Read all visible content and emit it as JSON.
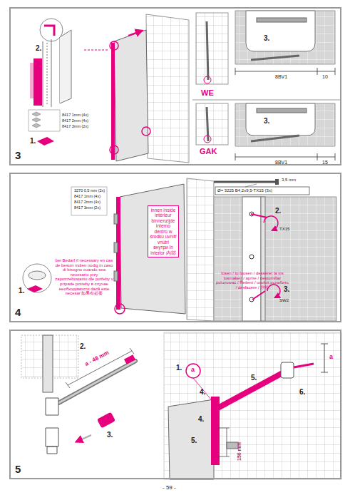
{
  "diagram": {
    "nodes": [
      {
        "text": [
          "3"
        ]
      },
      {
        "text": [
          "4"
        ]
      },
      {
        "text": [
          "5"
        ]
      },
      {
        "text": [
          "innen inside intérieur binnenzijde interno dentro w środku uvnitř vnútri внутри în interior 内部"
        ],
        "in": 1
      }
    ],
    "labels": [
      "2.",
      "8417 1mm (4x)",
      "8417 2mm (4x)",
      "8417 3mm (2x)",
      "1.",
      "3.",
      "WE",
      "8BV1",
      "10",
      "3.",
      "GAK",
      "8BV1",
      "15",
      "3270 0,5 mm (2x)",
      "8417 1mm (4x)",
      "8417 2mm (4x)",
      "8417 3mm (2x)",
      "bei Bedarf if necessary en cas de besoin indien nodig in caso di bisogno cuando sea necesario przy zapotrzebowaniu dle potřeby v prípade potreby в случае необходимости dacă este necesar 如果有必要",
      "1.",
      "3,5 mm",
      "Ø= 3225 B4,2x9,5-TX15 (3x)",
      "2.",
      "TX15",
      "lösen / to loosen / desserer la vis losmaken / aprire / destornillar poluzować / Řešení / uvolnit ослабить / desfacere / 拧松",
      "3.",
      "SW2",
      "2.",
      "a - 48 mm",
      "3.",
      "1.",
      "a",
      "a",
      "5.",
      "6.",
      "4.",
      "4.",
      "5.",
      "150 mm",
      "- 59 -"
    ]
  }
}
